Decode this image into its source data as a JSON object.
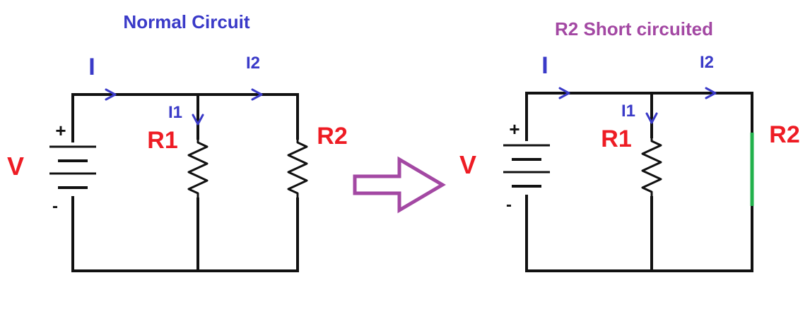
{
  "colors": {
    "title_left": "#3a3ac8",
    "title_right": "#a348a3",
    "current": "#3a3ac8",
    "component": "#ee1c24",
    "wire": "#111111",
    "short_wire": "#22b14c",
    "transition_arrow": "#a348a3"
  },
  "left": {
    "title": "Normal Circuit",
    "current_total": "I",
    "current_branch1": "I1",
    "current_branch2": "I2",
    "voltage": "V",
    "plus": "+",
    "minus": "-",
    "resistor1": "R1",
    "resistor2": "R2"
  },
  "right": {
    "title": "R2 Short circuited",
    "current_total": "I",
    "current_branch1": "I1",
    "current_branch2": "I2",
    "voltage": "V",
    "plus": "+",
    "minus": "-",
    "resistor1": "R1",
    "resistor2": "R2"
  }
}
